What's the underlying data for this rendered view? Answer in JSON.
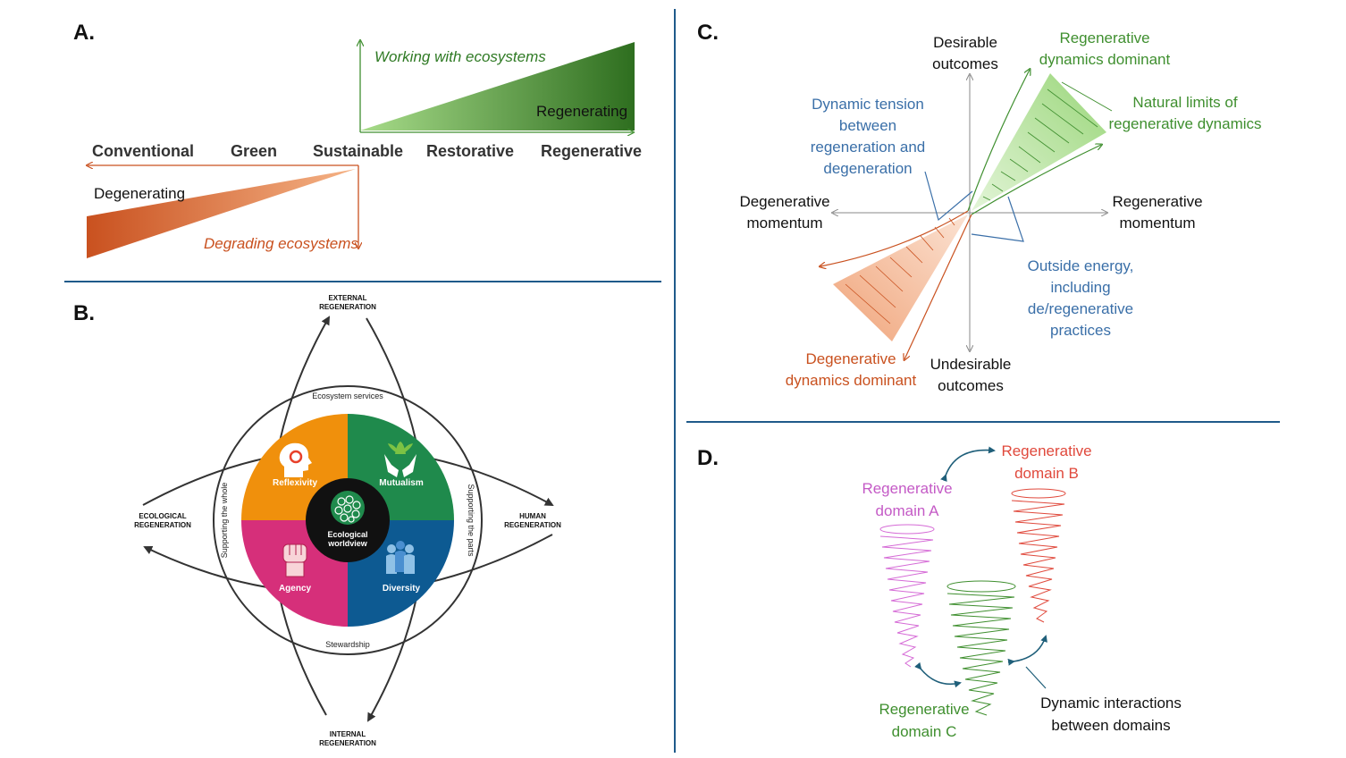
{
  "panels": {
    "a": "A.",
    "b": "B.",
    "c": "C.",
    "d": "D."
  },
  "panel_a": {
    "stages": [
      "Conventional",
      "Green",
      "Sustainable",
      "Restorative",
      "Regenerative"
    ],
    "working_label": "Working with ecosystems",
    "regenerating_label": "Regenerating",
    "degenerating_label": "Degenerating",
    "degrading_label": "Degrading ecosystems",
    "colors": {
      "green": "#3f8f2f",
      "orange": "#d9622b"
    }
  },
  "panel_b": {
    "external": [
      "EXTERNAL",
      "REGENERATION"
    ],
    "internal": [
      "INTERNAL",
      "REGENERATION"
    ],
    "ecological": [
      "ECOLOGICAL",
      "REGENERATION"
    ],
    "human": [
      "HUMAN",
      "REGENERATION"
    ],
    "ecosystem_services": "Ecosystem services",
    "stewardship": "Stewardship",
    "supporting_whole": "Supporting the whole",
    "supporting_parts": "Supporting the parts",
    "center": [
      "Ecological",
      "worldview"
    ],
    "quadrants": {
      "reflexivity": "Reflexivity",
      "mutualism": "Mutualism",
      "agency": "Agency",
      "diversity": "Diversity"
    },
    "colors": {
      "reflexivity": "#f0900c",
      "mutualism": "#1f8a4c",
      "agency": "#d62f7a",
      "diversity": "#0d5a92"
    }
  },
  "panel_c": {
    "desirable": [
      "Desirable",
      "outcomes"
    ],
    "undesirable": [
      "Undesirable",
      "outcomes"
    ],
    "degen_momentum": [
      "Degenerative",
      "momentum"
    ],
    "regen_momentum": [
      "Regenerative",
      "momentum"
    ],
    "regen_dominant": [
      "Regenerative",
      "dynamics dominant"
    ],
    "natural_limits": [
      "Natural limits of",
      "regenerative dynamics"
    ],
    "dynamic_tension": [
      "Dynamic tension",
      "between",
      "regeneration and",
      "degeneration"
    ],
    "outside_energy": [
      "Outside energy,",
      "including",
      "de/regenerative",
      "practices"
    ],
    "degen_dominant": [
      "Degenerative",
      "dynamics dominant"
    ]
  },
  "panel_d": {
    "domain_a": [
      "Regenerative",
      "domain A"
    ],
    "domain_b": [
      "Regenerative",
      "domain B"
    ],
    "domain_c": [
      "Regenerative",
      "domain C"
    ],
    "interactions": [
      "Dynamic interactions",
      "between domains"
    ]
  }
}
